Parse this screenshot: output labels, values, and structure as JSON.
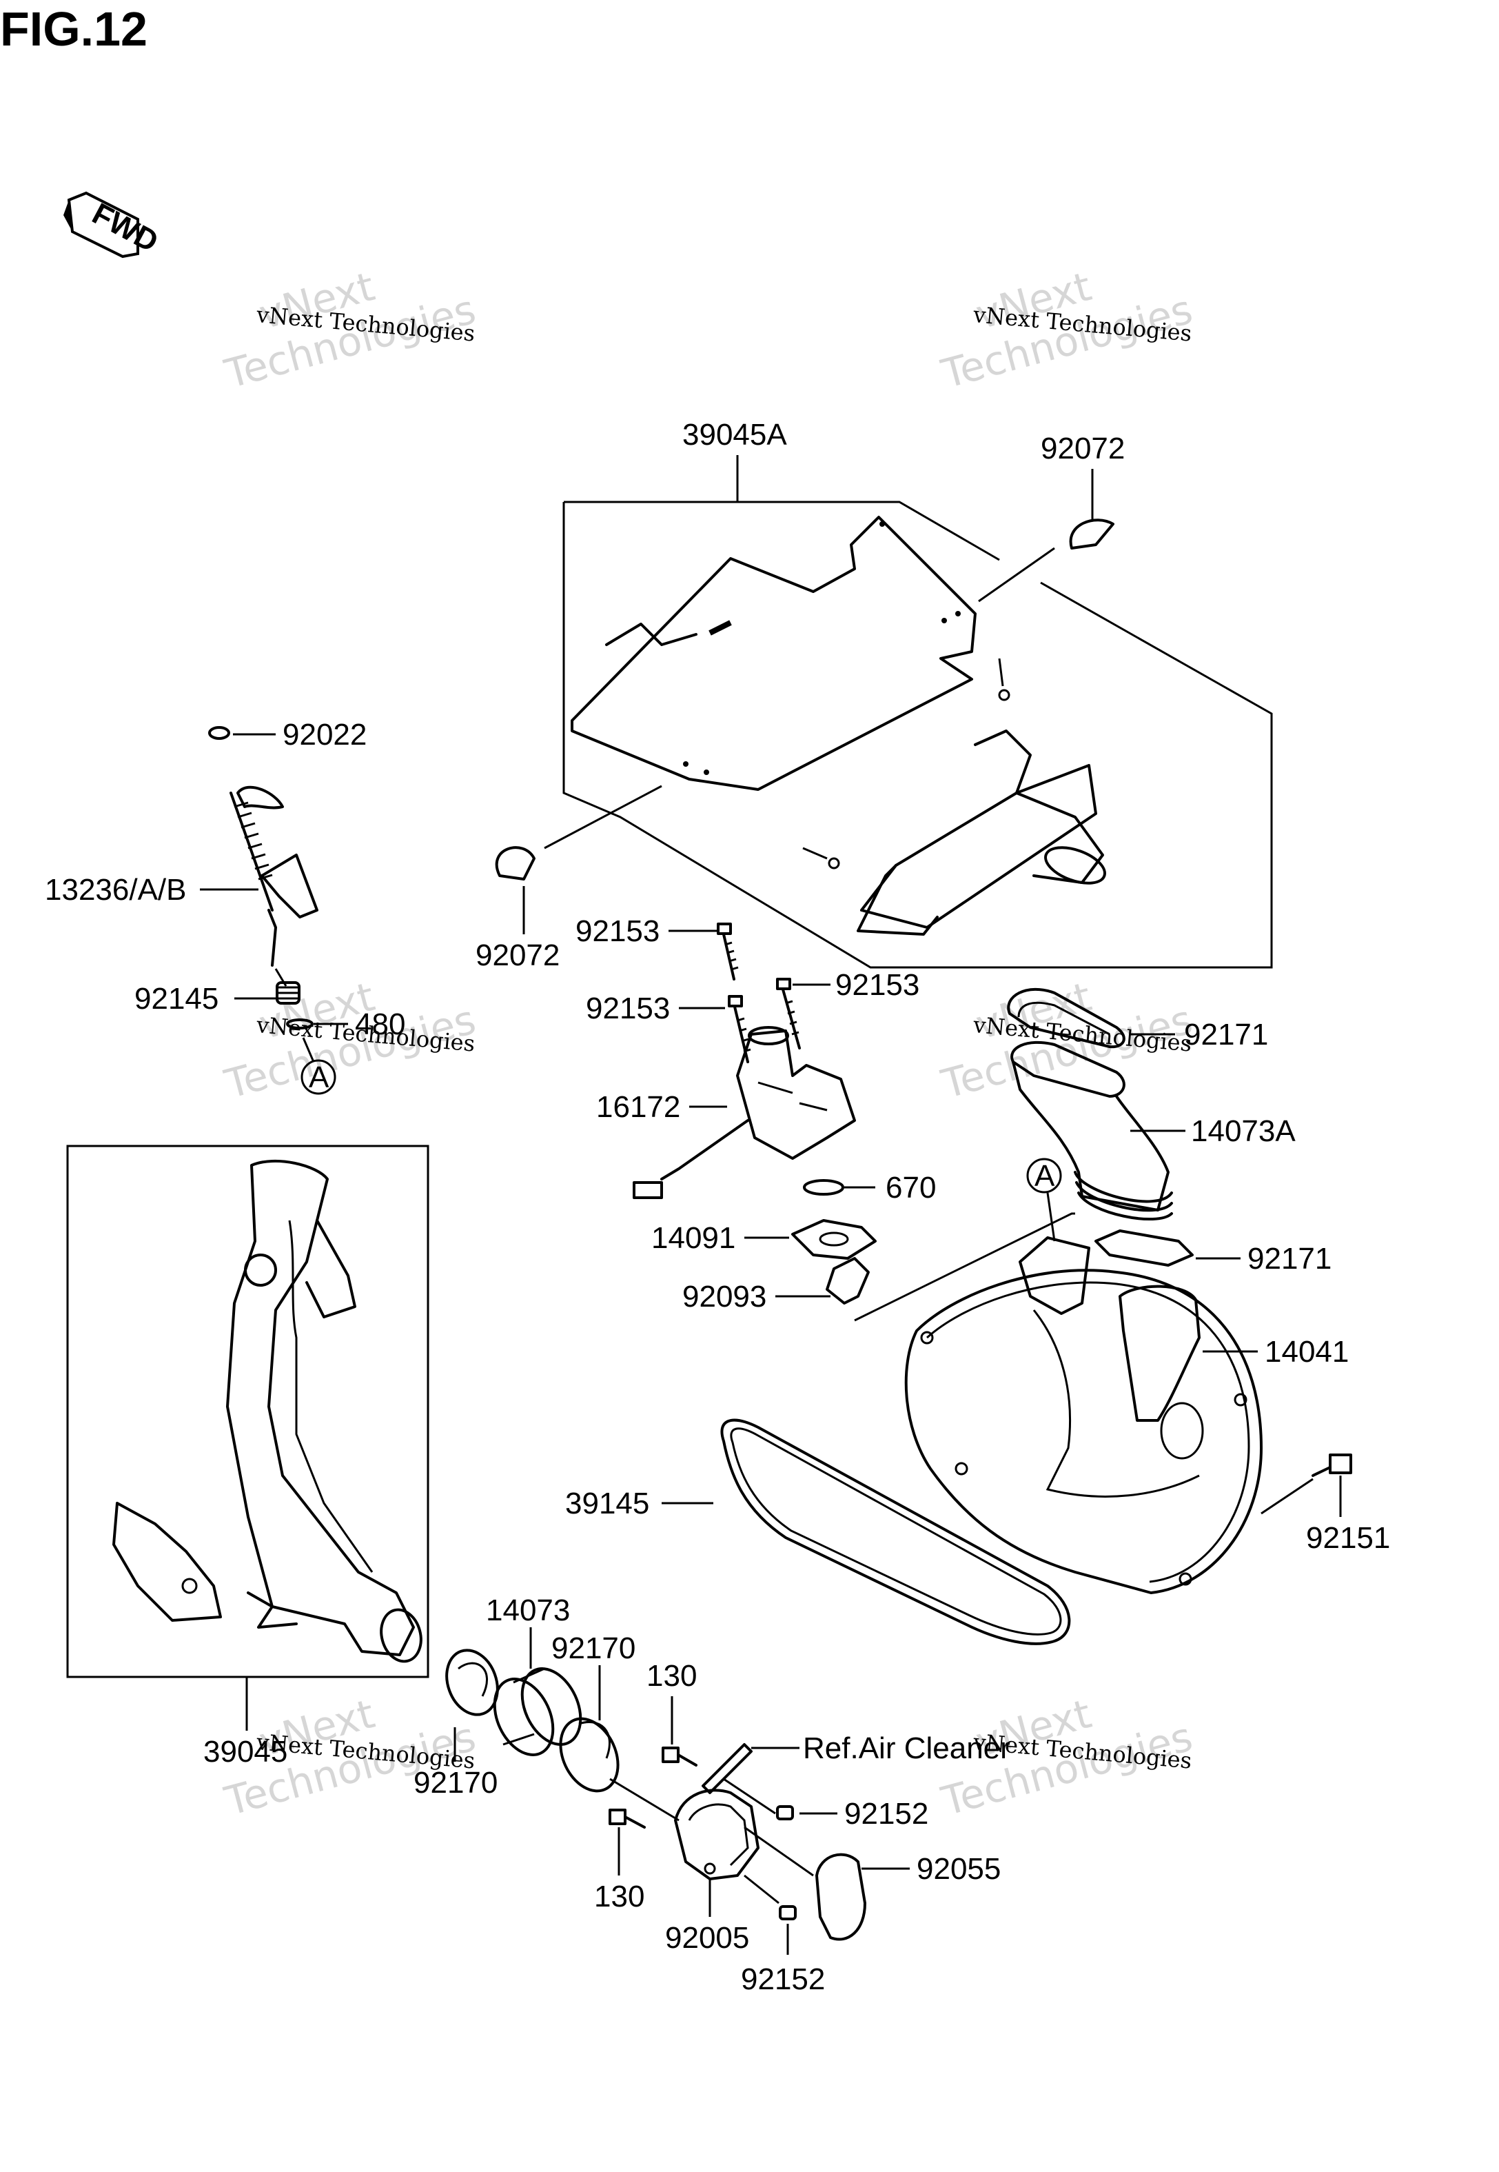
{
  "figure": {
    "title": "FIG.12"
  },
  "fwd_label": "FWD",
  "watermark": {
    "line1": "vNext Technologies",
    "line2": "vNext",
    "line3": "Technologies"
  },
  "labels": {
    "p39045A": "39045A",
    "p92072_top": "92072",
    "p92072_left": "92072",
    "p92022": "92022",
    "p13236": "13236/A/B",
    "p92145": "92145",
    "p480": "480",
    "refA_left": "A",
    "p92153_a": "92153",
    "p92153_b": "92153",
    "p92153_c": "92153",
    "p92171_a": "92171",
    "p14073A": "14073A",
    "p16172": "16172",
    "p670": "670",
    "refA_right": "A",
    "p14091": "14091",
    "p92171_b": "92171",
    "p92093": "92093",
    "p14041": "14041",
    "p39145": "39145",
    "p92151": "92151",
    "p14073": "14073",
    "p92170_a": "92170",
    "p130_a": "130",
    "ref_air": "Ref.Air Cleaner",
    "p39045": "39045",
    "p92170_b": "92170",
    "p92152_a": "92152",
    "p92055": "92055",
    "p130_b": "130",
    "p92005": "92005",
    "p92152_b": "92152"
  }
}
